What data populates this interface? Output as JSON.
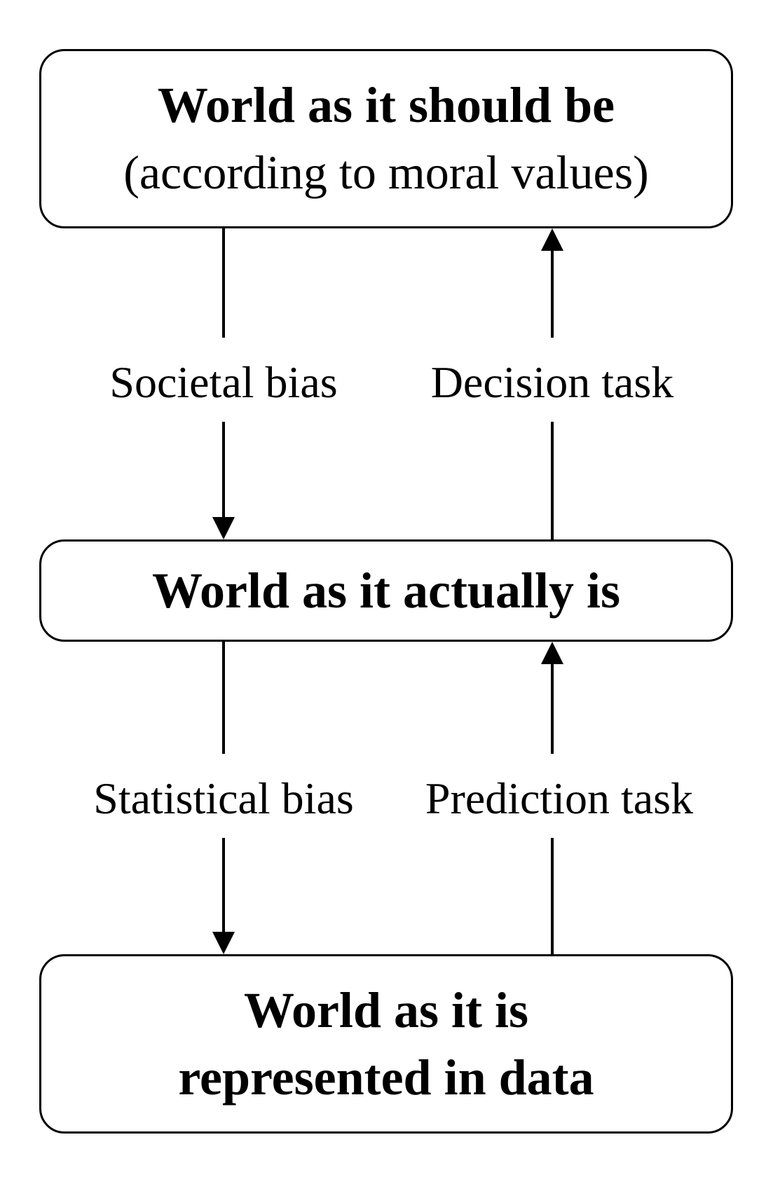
{
  "nodes": {
    "top": {
      "title": "World as it should be",
      "subtitle": "(according to moral values)"
    },
    "middle": {
      "title": "World as it actually is"
    },
    "bottom": {
      "title_line1": "World as it is",
      "title_line2": "represented in data"
    }
  },
  "edges": {
    "societal_bias": "Societal bias",
    "decision_task": "Decision task",
    "statistical_bias": "Statistical bias",
    "prediction_task": "Prediction task"
  }
}
